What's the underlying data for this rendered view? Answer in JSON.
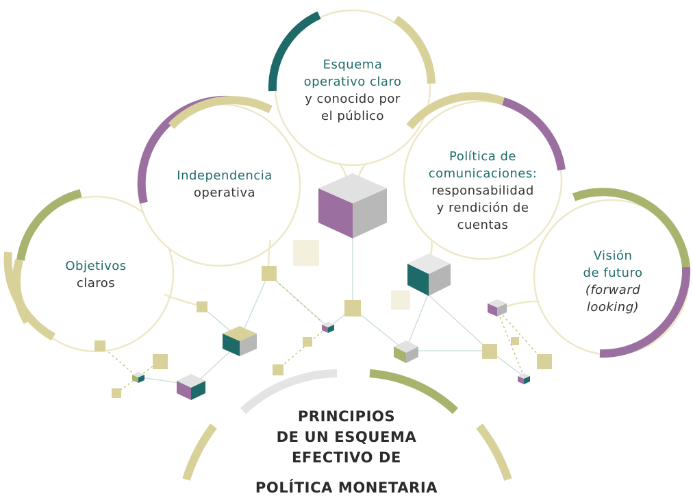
{
  "colors": {
    "teal": "#1e6a68",
    "purple": "#9b6fa0",
    "olive": "#a8b46e",
    "khaki": "#d8d29a",
    "light_grey": "#e4e4e4",
    "outline": "#ede8c8"
  },
  "nodes": {
    "esquema": {
      "line1": "Esquema",
      "line2": "operativo claro",
      "line3": "y conocido por",
      "line4": "el público"
    },
    "independencia": {
      "line1": "Independencia",
      "line2": "operativa"
    },
    "politica": {
      "line1": "Política de",
      "line2": "comunicaciones:",
      "line3": "responsabilidad",
      "line4": "y rendición de",
      "line5": "cuentas"
    },
    "objetivos": {
      "line1": "Objetivos",
      "line2": "claros"
    },
    "vision": {
      "line1": "Visión",
      "line2": "de futuro",
      "line3": "(forward",
      "line4": "looking)"
    }
  },
  "title": {
    "line1": "PRINCIPIOS",
    "line2": "DE UN ESQUEMA",
    "line3": "EFECTIVO DE",
    "line4": "POLÍTICA MONETARIA"
  }
}
